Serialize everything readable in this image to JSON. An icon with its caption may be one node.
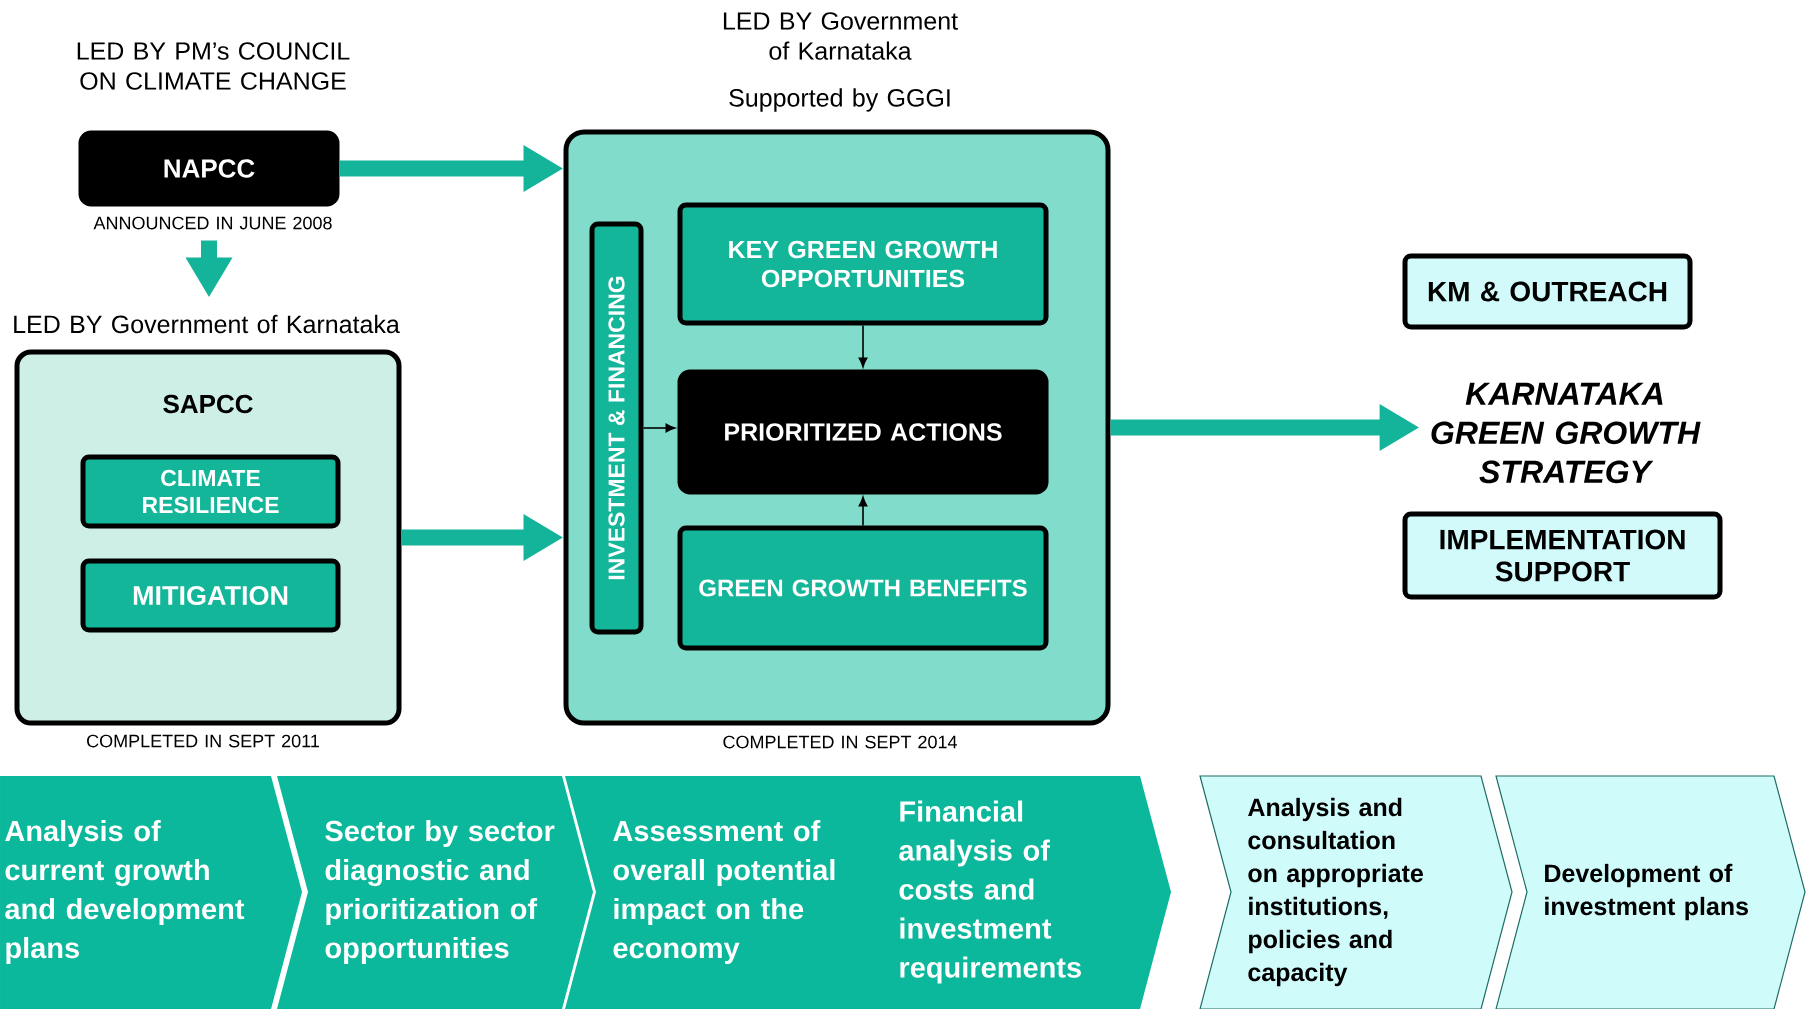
{
  "diagram": {
    "nodes": [
      {
        "text": [
          "NAPCC"
        ],
        "beside": [
          "LED BY PM’s COUNCIL ON CLIMATE CHANGE",
          "ANNOUNCED IN JUNE 2008"
        ]
      },
      {
        "text": [
          "SAPCC"
        ],
        "beside": [
          "LED BY Government of Karnataka",
          "COMPLETED IN SEPT 2011"
        ]
      },
      {
        "text": [
          "CLIMATE RESILIENCE"
        ],
        "in": 1
      },
      {
        "text": [
          "MITIGATION"
        ],
        "in": 1
      },
      {
        "text": [],
        "shape": "box",
        "beside": [
          "LED BY Government of Karnataka",
          "Supported by GGGI",
          "COMPLETED IN SEPT 2014"
        ]
      },
      {
        "text": [
          "INVESTMENT & FINANCING"
        ],
        "in": 4
      },
      {
        "text": [
          "KEY GREEN GROWTH OPPORTUNITIES"
        ],
        "in": 4
      },
      {
        "text": [
          "PRIORITIZED ACTIONS"
        ],
        "in": 4
      },
      {
        "text": [
          "GREEN GROWTH BENEFITS"
        ],
        "in": 4
      },
      {
        "text": [
          "KM & OUTREACH"
        ]
      },
      {
        "text": [
          "KARNATAKA GREEN GROWTH STRATEGY"
        ]
      },
      {
        "text": [
          "IMPLEMENTATION SUPPORT"
        ]
      },
      {
        "text": [
          "Analysis of current growth and development plans"
        ]
      },
      {
        "text": [
          "Sector by sector diagnostic and prioritization of opportunities"
        ]
      },
      {
        "text": [
          "Assessment of overall potential impact on the economy"
        ]
      },
      {
        "text": [
          "Financial analysis of costs and investment requirements"
        ]
      },
      {
        "text": [
          "Analysis and consultation on appropriate institutions, policies and capacity"
        ]
      },
      {
        "text": [
          "Development of investment plans"
        ]
      }
    ],
    "edges": [
      {
        "from": 0,
        "to": 4,
        "arrow": "to"
      },
      {
        "from": 0,
        "to": 1,
        "arrow": "to"
      },
      {
        "from": 1,
        "to": 4,
        "arrow": "to"
      },
      {
        "from": 6,
        "to": 7,
        "arrow": "to",
        "color": "#000000"
      },
      {
        "from": 5,
        "to": 7,
        "arrow": "to",
        "color": "#000000"
      },
      {
        "from": 8,
        "to": 7,
        "arrow": "to",
        "color": "#000000"
      },
      {
        "from": 4,
        "to": 10,
        "arrow": "to"
      }
    ]
  }
}
